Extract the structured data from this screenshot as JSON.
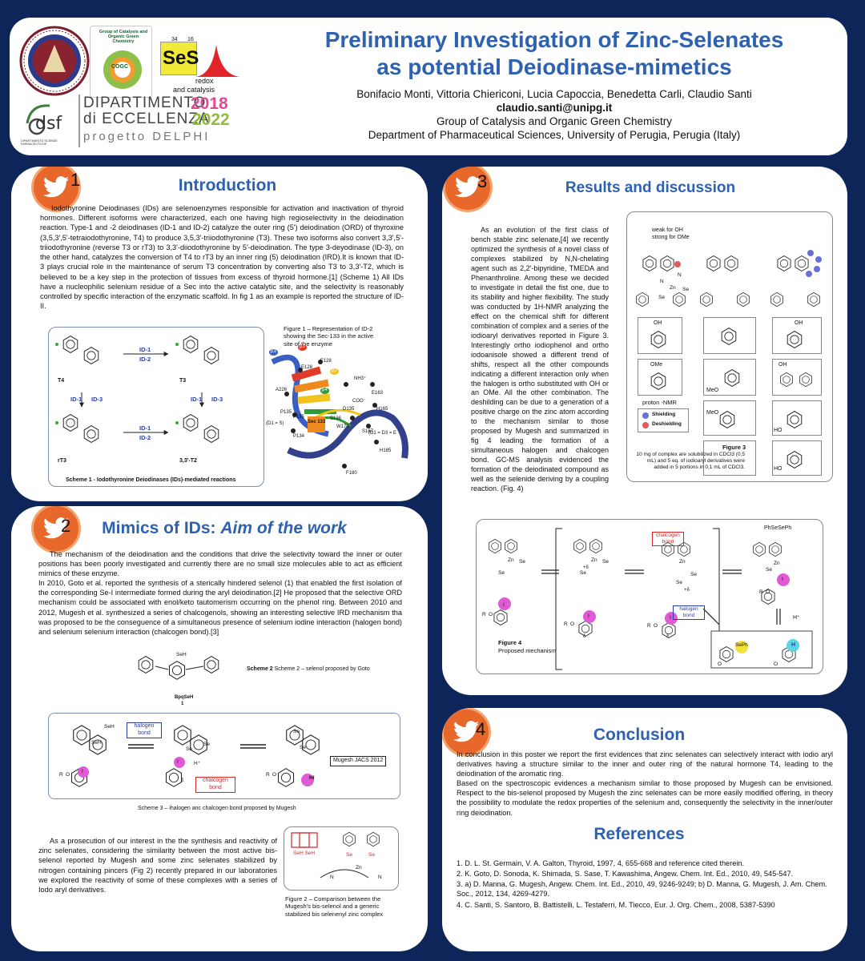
{
  "header": {
    "title_line1": "Preliminary Investigation of Zinc-Selenates",
    "title_line2": "as potential Deiodinase-mimetics",
    "authors": "Bonifacio Monti, Vittoria Chiericoni, Lucia Capoccia, Benedetta Carli, Claudio Santi",
    "email": "claudio.santi@unipg.it",
    "group": "Group of Catalysis and Organic Green Chemistry",
    "department": "Department of Pharmaceutical Sciences, University of Perugia, Perugia (Italy)",
    "cogc_text": "Group of Catalysis and Organic Green Chemistry",
    "cogc_badge": "COGC",
    "ses_num_left": "34",
    "ses_num_right": "16",
    "ses_text": "SeS",
    "ses_sub1": "redox",
    "ses_sub2": "and catalysis",
    "dsf_letters": "dsf",
    "dsf_sub": "DIPARTIMENTO SCIENZE FARMACEUTICHE",
    "dip_line1": "DIPARTIMENTO",
    "dip_line2": "di ECCELLENZA",
    "dip_year1": "2018",
    "dip_year2": "2022",
    "dip_line3": "progetto DELPHI"
  },
  "intro": {
    "num": "1",
    "title": "Introduction",
    "text": "Iodothyronine Deiodinases (IDs) are selenoenzymes responsible for activation and inactivation of thyroid hormones. Different isoforms were characterized, each one having high regioselectivity in the deiodination reaction. Type-1 and -2 deiodinases (ID-1 and ID-2) catalyze the outer ring (5') deiodination (ORD) of thyroxine (3,5,3',5'-tetraiodothyronine, T4) to produce 3,5,3'-triiodothyronine (T3). These two isoforms also convert 3,3',5'-triiodothyronine (reverse T3 or rT3) to 3,3'-diiodothyronine by 5'-deiodination. The type 3-deyodinase (ID-3), on the other hand, catalyzes the conversion of T4 to rT3 by an inner ring (5) deiodination (IRD).It is known that ID-3 plays crucial role in the maintenance of serum T3 concentration by converting also T3 to 3,3'-T2, which is believed to be a key step in the protection of tissues from excess of thyroid hormone.[1] (Scheme 1) All IDs have a nucleophilic selenium residue of a Sec into the active catalytic site, and the selectivity is reasonably controlled by specific interaction of the enzymatic scaffold. In fig 1 as an example is reported the structure of ID-II.",
    "scheme1_caption": "Scheme 1 - Iodothyronine Deiodinases (IDs)-mediated reactions",
    "fig1_caption": "Figure 1 – Representation of ID-2 showing the Sec-133 in the active site of the enzyme",
    "mol_T4": "T4",
    "mol_T3": "T3",
    "mol_rT3": "rT3",
    "mol_T2": "3,3'-T2",
    "arrow_top": [
      "ID-1",
      "ID-2"
    ],
    "arrow_left": [
      "ID-1",
      "ID-3"
    ],
    "arrow_right": [
      "ID-1",
      "ID-3"
    ],
    "arrow_bottom": [
      "ID-1",
      "ID-2"
    ],
    "sec_label": "Sec 133",
    "residues": [
      "E128",
      "F128",
      "A226",
      "F135",
      "P135",
      "P134",
      "D135",
      "H165",
      "W170",
      "S167",
      "H185",
      "F180",
      "E163",
      "S136",
      "COO⁻",
      "NH3⁺"
    ],
    "helix_labels": [
      "β3",
      "β1",
      "β2",
      "β4"
    ],
    "domain_labels": [
      "(D1 = S)",
      "(D1 = D3 = E"
    ]
  },
  "aim": {
    "num": "2",
    "title_plain": "Mimics of IDs: ",
    "title_italic": "Aim of the work",
    "text1": "The mechanism of the deiodination and the conditions that drive the selectivity toward the inner or outer positions has been poorly investigated and currently there are no small size molecules able to act as efficient mimics of these enzyme.",
    "text2": "In 2010, Goto et al. reported the synthesis of a sterically hindered selenol (1) that enabled the first isolation of the corresponding Se-I intermediate formed during the aryl deiodination.[2] He proposed that the selective ORD mechanism could be associated with enol/keto tautomerism occurring on the phenol ring. Between 2010 and 2012, Mugesh et al. synthesized a series of chalcogenols, showing an interesting selective IRD mechanism tha was proposed to be the conseguence of a simultaneous presence of selenium iodine interaction (halogen bond) and selenium selenium interaction (chalcogen bond).[3]",
    "scheme2_caption": "Scheme 2 – selenol proposed by Goto",
    "scheme2_label": "BpqSeH",
    "scheme2_num": "1",
    "scheme2_seh": "SeH",
    "scheme3_caption": "Scheme 3 – ihalogen anc chalcogen bond proposed by Mugesh",
    "halogen_bond": "halogen bond",
    "chalcogen_bond": "chalcogen bond",
    "mugesh_ref": "Mugesh JACS 2012",
    "scheme3_atoms": [
      "SeH",
      "SeH",
      "Se",
      "Se",
      "H⁺",
      "HI",
      "I",
      "I",
      "δ",
      "R",
      "O",
      "R",
      "O",
      "Se",
      "Se"
    ],
    "text3": "As a prosecution of our interest in the the synthesis and reactivity of zinc selenates, considering the similarity between the most active bis-selenol reported by Mugesh and some zinc selenates stabilized by nitrogen containing pincers (Fig 2) recently prepared in our laboratories we explored the reactivity of some of these complexes with a series of Iodo aryl derivatives.",
    "fig2_caption": "Figure 2 – Comparison between the Mugesh's bis-selenol and a generic stabilized bis selenenyl zinc complex",
    "fig2_labels": [
      "SeH SeH",
      "Se",
      "Se",
      "Zn",
      "N",
      "N"
    ]
  },
  "results": {
    "num": "3",
    "title": "Results and discussion",
    "text": "As an evolution of the first class of bench stable zinc selenate,[4] we recently optimized the synthesis of a novel class of complexes stabilized by N,N-chelating agent such as 2,2'-bipyridine, TMEDA and Phenanthroline. Among these we decided to investigate in detail the fist one, due to its stability and higher flexibility. The study was conducted by 1H-NMR analyzing the effect on the chemical shift for different combination of complex and a series of the iodioaryl derivatives reported in Figure 3. Interestingly ortho iodiophenol and ortho iodoanisole showed a different trend of shifts, respect all the other compounds indicating a different interaction only when the halogen is ortho substituted with OH or an OMe. All the other combination. The deshilding can be due to a generation of a positive charge on the zinc atom according to the mechanism similar to those proposed by Mugesh and summarized in fig 4 leading the formation of a simultaneous halogen and chalcogen bond. GC-MS analysis evidenced the formation of the deiodinated compound as well as the selenide deriving by a coupling reaction. (Fig. 4)",
    "weak_label": "weak for OH strong for OMe",
    "proton_nmr": "proton -NMR",
    "shielding": "Shielding",
    "deshielding": "Deshielding",
    "fig3_title": "Figure 3",
    "fig3_caption": "10 mg of complex are solubilized in CDCl3 (0,5 mL) and 5 eq. of iodioaryl derivatives were added in 5 portions in 0,1 mL of CDCl3.",
    "box_labels": [
      "OH",
      "OMe",
      "MeO",
      "MeO",
      "OH",
      "OH",
      "HO",
      "HO"
    ],
    "complex_atoms": [
      "N",
      "N",
      "Zn",
      "Se",
      "Se"
    ],
    "fig4_title": "Figure 4",
    "fig4_caption": "Proposed mechanism",
    "fig4_halogen": "halogen bond",
    "fig4_chalcogen": "chalcogen bond",
    "fig4_phsesph": "PhSeSePh",
    "fig4_sph": "SePh",
    "fig4_h": "H",
    "fig4_hplus": "H⁺",
    "fig4_atoms": [
      "Zn",
      "Se",
      "Se",
      "Zn",
      "Se",
      "Se",
      "Zn",
      "Se",
      "Se",
      "Zn",
      "Se",
      "R",
      "O",
      "R",
      "O",
      "R",
      "O",
      "R",
      "O",
      "I",
      "I",
      "I",
      "I",
      "δ",
      "δ",
      "+δ",
      "+δ",
      "O",
      "O"
    ]
  },
  "conclusion": {
    "num": "4",
    "title": "Conclusion",
    "text1": "In conclusion in this poster we report the first evidences that zinc selenates can selectively interact with iodio aryl derivatives having a structure similar to the inner and outer ring of the natural hormone T4, leading to the deiodination of the aromatic ring.",
    "text2": "Based on the spectroscopic evidences a mechanism similar to those proposed by Mugesh can be envisioned. Respect to the bis-selenol proposed by Mugesh the zinc selenates can be more easily modified offering, in theory the possibility to modulate the redox properties of the selenium and, consequently the selectivity in the inner/outer ring deiodination.",
    "ref_title": "References",
    "refs": [
      "1.  D. L. St. Germain, V. A. Galton, Thyroid, 1997, 4, 655-668 and reference cited therein.",
      "2.  K. Goto, D. Sonoda, K. Shimada, S. Sase, T. Kawashima, Angew. Chem. Int. Ed., 2010, 49, 545-547.",
      "3.  a) D. Manna, G. Mugesh, Angew. Chem. Int. Ed., 2010, 49, 9246-9249; b) D. Manna, G. Mugesh, J. Am. Chem. Soc., 2012, 134, 4269-4279.",
      "4.  C. Santi, S. Santoro, B. Battistelli, L. Testaferri, M. Tiecco, Eur. J. Org. Chem., 2008, 5387-5390"
    ]
  }
}
